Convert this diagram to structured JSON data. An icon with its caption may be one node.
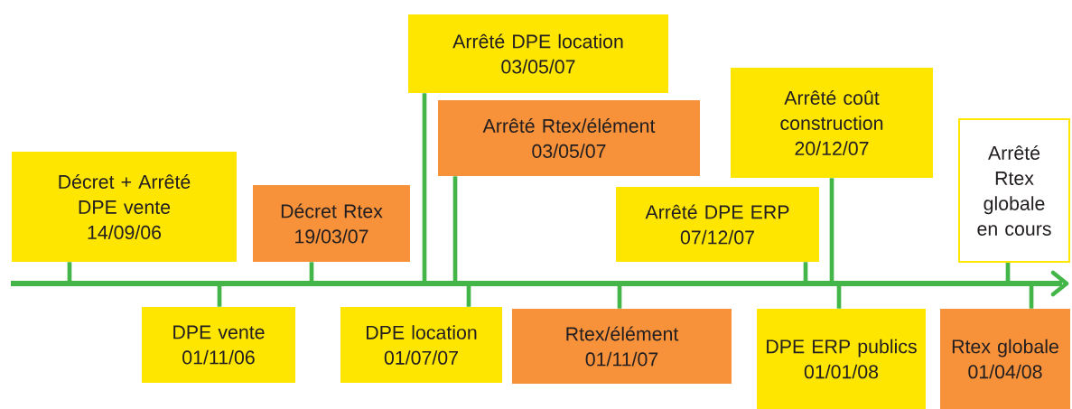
{
  "diagram": {
    "nodes": [
      {
        "text": [
          "Décret + Arrêté DPE vente",
          "14/09/06"
        ]
      },
      {
        "text": [
          "Décret Rtex",
          "19/03/07"
        ]
      },
      {
        "text": [
          "Arrêté DPE location",
          "03/05/07"
        ]
      },
      {
        "text": [
          "Arrêté Rtex/élément",
          "03/05/07"
        ]
      },
      {
        "text": [
          "Arrêté DPE ERP",
          "07/12/07"
        ]
      },
      {
        "text": [
          "Arrêté coût construction",
          "20/12/07"
        ]
      },
      {
        "text": [
          "Arrêté Rtex globale en cours"
        ]
      },
      {
        "text": [
          "DPE vente",
          "01/11/06"
        ]
      },
      {
        "text": [
          "DPE location",
          "01/07/07"
        ]
      },
      {
        "text": [
          "Rtex/élément",
          "01/11/07"
        ]
      },
      {
        "text": [
          "DPE ERP publics",
          "01/01/08"
        ]
      },
      {
        "text": [
          "Rtex globale",
          "01/04/08"
        ]
      },
      {
        "text": [],
        "shape": "line"
      }
    ],
    "edges": [
      {
        "from": 0,
        "to": 12,
        "arrow": "none"
      },
      {
        "from": 1,
        "to": 12,
        "arrow": "none"
      },
      {
        "from": 2,
        "to": 12,
        "arrow": "none"
      },
      {
        "from": 3,
        "to": 12,
        "arrow": "none"
      },
      {
        "from": 4,
        "to": 12,
        "arrow": "none"
      },
      {
        "from": 5,
        "to": 12,
        "arrow": "none"
      },
      {
        "from": 6,
        "to": 12,
        "arrow": "none"
      },
      {
        "from": 7,
        "to": 12,
        "arrow": "none"
      },
      {
        "from": 8,
        "to": 12,
        "arrow": "none"
      },
      {
        "from": 9,
        "to": 12,
        "arrow": "none"
      },
      {
        "from": 10,
        "to": 12,
        "arrow": "none"
      },
      {
        "from": 11,
        "to": 12,
        "arrow": "none"
      }
    ]
  }
}
